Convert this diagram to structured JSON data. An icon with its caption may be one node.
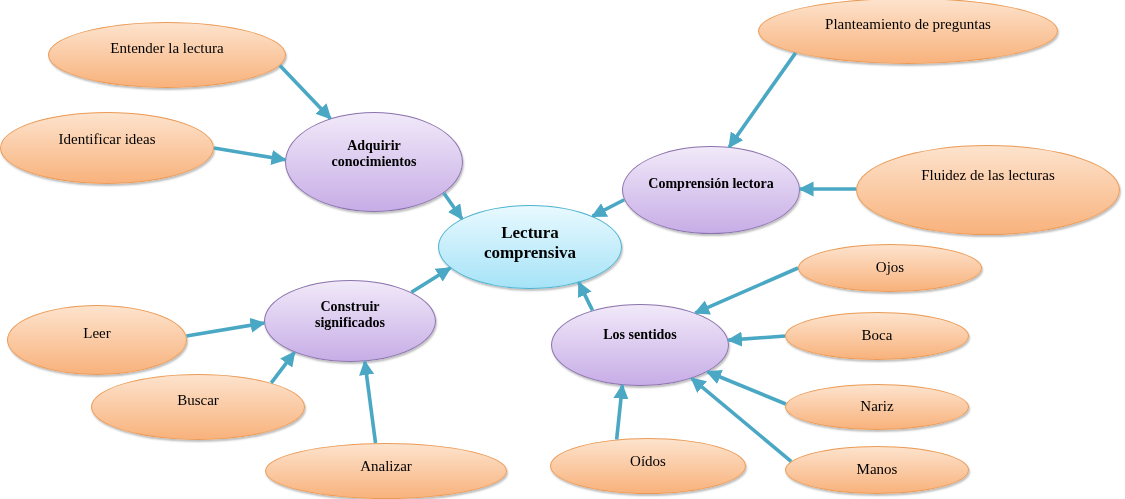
{
  "diagram": {
    "nodes": [
      {
        "text": [
          "Lectura comprensiva"
        ]
      },
      {
        "text": [
          "Adquirir conocimientos"
        ]
      },
      {
        "text": [
          "Entender la lectura"
        ]
      },
      {
        "text": [
          "Identificar ideas"
        ]
      },
      {
        "text": [
          "Comprensión lectora"
        ]
      },
      {
        "text": [
          "Planteamiento de preguntas"
        ]
      },
      {
        "text": [
          "Fluidez de las lecturas"
        ]
      },
      {
        "text": [
          "Construir significados"
        ]
      },
      {
        "text": [
          "Leer"
        ]
      },
      {
        "text": [
          "Buscar"
        ]
      },
      {
        "text": [
          "Analizar"
        ]
      },
      {
        "text": [
          "Los sentidos"
        ]
      },
      {
        "text": [
          "Ojos"
        ]
      },
      {
        "text": [
          "Boca"
        ]
      },
      {
        "text": [
          "Nariz"
        ]
      },
      {
        "text": [
          "Manos"
        ]
      },
      {
        "text": [
          "Oídos"
        ]
      }
    ],
    "edges": [
      {
        "from": 2,
        "to": 1,
        "arrow": "to"
      },
      {
        "from": 3,
        "to": 1,
        "arrow": "to"
      },
      {
        "from": 1,
        "to": 0,
        "arrow": "to"
      },
      {
        "from": 5,
        "to": 4,
        "arrow": "to"
      },
      {
        "from": 6,
        "to": 4,
        "arrow": "to"
      },
      {
        "from": 4,
        "to": 0,
        "arrow": "to"
      },
      {
        "from": 8,
        "to": 7,
        "arrow": "to"
      },
      {
        "from": 9,
        "to": 7,
        "arrow": "to"
      },
      {
        "from": 10,
        "to": 7,
        "arrow": "to"
      },
      {
        "from": 7,
        "to": 0,
        "arrow": "to"
      },
      {
        "from": 11,
        "to": 0,
        "arrow": "to"
      },
      {
        "from": 12,
        "to": 11,
        "arrow": "to"
      },
      {
        "from": 13,
        "to": 11,
        "arrow": "to"
      },
      {
        "from": 14,
        "to": 11,
        "arrow": "to"
      },
      {
        "from": 15,
        "to": 11,
        "arrow": "to"
      },
      {
        "from": 16,
        "to": 11,
        "arrow": "to"
      }
    ]
  }
}
